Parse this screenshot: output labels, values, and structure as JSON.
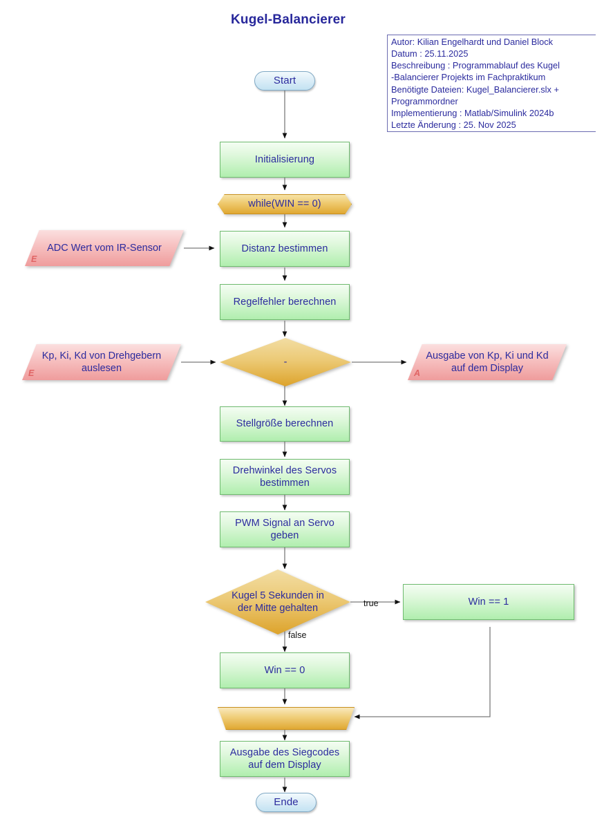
{
  "title": "Kugel-Balancierer",
  "annotation": {
    "name": "header-annotation",
    "text": "Autor: Kilian Engelhardt und Daniel Block\nDatum : 25.11.2025\nBeschreibung : Programmablauf des Kugel\n-Balancierer Projekts im Fachpraktikum\nBenötigte Dateien: Kugel_Balancierer.slx +\nProgrammordner\nImplementierung : Matlab/Simulink 2024b\nLetzte Änderung : 25. Nov 2025"
  },
  "colors": {
    "text": "#2b2b9e",
    "process_fill": "#b0eeae",
    "process_border": "#6fbb6f",
    "loop_fill": "#e0a833",
    "loop_border": "#c8901e",
    "io_fill": "#ef9c9c",
    "io_mark": "#e06464",
    "terminal_fill": "#c3e2f2",
    "terminal_border": "#7fa8c4",
    "edge": "#6b6b6b"
  },
  "nodes": {
    "start": {
      "label": "Start",
      "type": "terminal"
    },
    "init": {
      "label": "Initialisierung",
      "type": "process"
    },
    "while_loop": {
      "label": "while(WIN == 0)",
      "type": "loop-start"
    },
    "input_adc": {
      "label": "ADC Wert vom IR-Sensor",
      "type": "input",
      "mark": "E"
    },
    "distanz": {
      "label": "Distanz bestimmen",
      "type": "process"
    },
    "regelfehler": {
      "label": "Regelfehler berechnen",
      "type": "process"
    },
    "input_pid": {
      "label": "Kp, Ki, Kd von Drehgebern auslesen",
      "type": "input",
      "mark": "E"
    },
    "decision_pid": {
      "label": "-",
      "type": "decision"
    },
    "output_pid": {
      "label": "Ausgabe von Kp, Ki und Kd auf dem Display",
      "type": "output",
      "mark": "A"
    },
    "stellgroesse": {
      "label": "Stellgröße berechnen",
      "type": "process"
    },
    "drehwinkel": {
      "label": "Drehwinkel des Servos bestimmen",
      "type": "process"
    },
    "pwm": {
      "label": "PWM Signal an Servo geben",
      "type": "process"
    },
    "decision_win": {
      "label": "Kugel 5 Sekunden in der Mitte gehalten",
      "type": "decision"
    },
    "win_one": {
      "label": "Win == 1",
      "type": "process"
    },
    "win_zero": {
      "label": "Win == 0",
      "type": "process"
    },
    "loop_end": {
      "label": "",
      "type": "loop-end"
    },
    "siegcode": {
      "label": "Ausgabe des Siegcodes auf dem Display",
      "type": "process"
    },
    "ende": {
      "label": "Ende",
      "type": "terminal"
    }
  },
  "edge_labels": {
    "true": "true",
    "false": "false"
  }
}
